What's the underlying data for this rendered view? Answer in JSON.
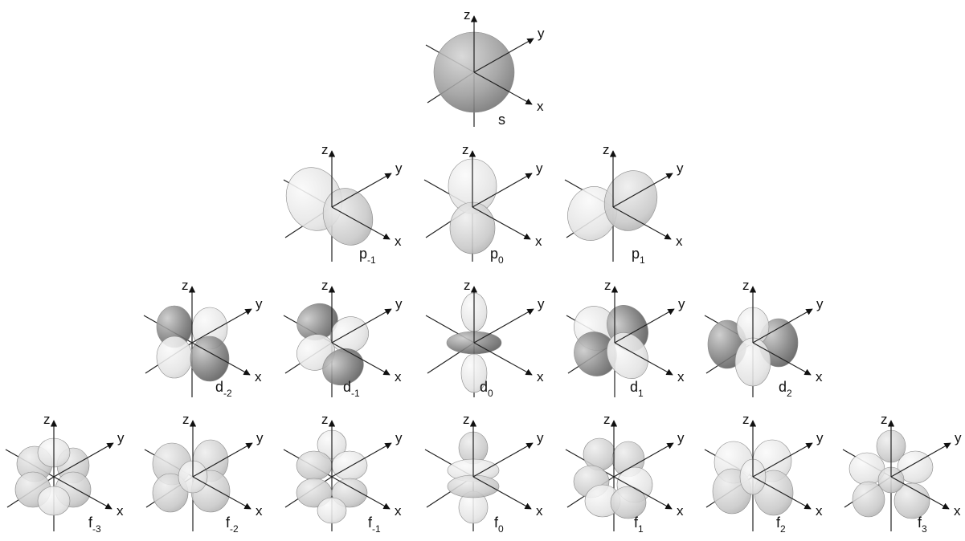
{
  "axis_labels": {
    "x": "x",
    "y": "y",
    "z": "z"
  },
  "orbitals": [
    {
      "id": "s",
      "base": "s",
      "sub": ""
    },
    {
      "id": "p-1",
      "base": "p",
      "sub": "-1"
    },
    {
      "id": "p0",
      "base": "p",
      "sub": "0"
    },
    {
      "id": "p1",
      "base": "p",
      "sub": "1"
    },
    {
      "id": "d-2",
      "base": "d",
      "sub": "-2"
    },
    {
      "id": "d-1",
      "base": "d",
      "sub": "-1"
    },
    {
      "id": "d0",
      "base": "d",
      "sub": "0"
    },
    {
      "id": "d1",
      "base": "d",
      "sub": "1"
    },
    {
      "id": "d2",
      "base": "d",
      "sub": "2"
    },
    {
      "id": "f-3",
      "base": "f",
      "sub": "-3"
    },
    {
      "id": "f-2",
      "base": "f",
      "sub": "-2"
    },
    {
      "id": "f-1",
      "base": "f",
      "sub": "-1"
    },
    {
      "id": "f0",
      "base": "f",
      "sub": "0"
    },
    {
      "id": "f1",
      "base": "f",
      "sub": "1"
    },
    {
      "id": "f2",
      "base": "f",
      "sub": "2"
    },
    {
      "id": "f3",
      "base": "f",
      "sub": "3"
    }
  ]
}
